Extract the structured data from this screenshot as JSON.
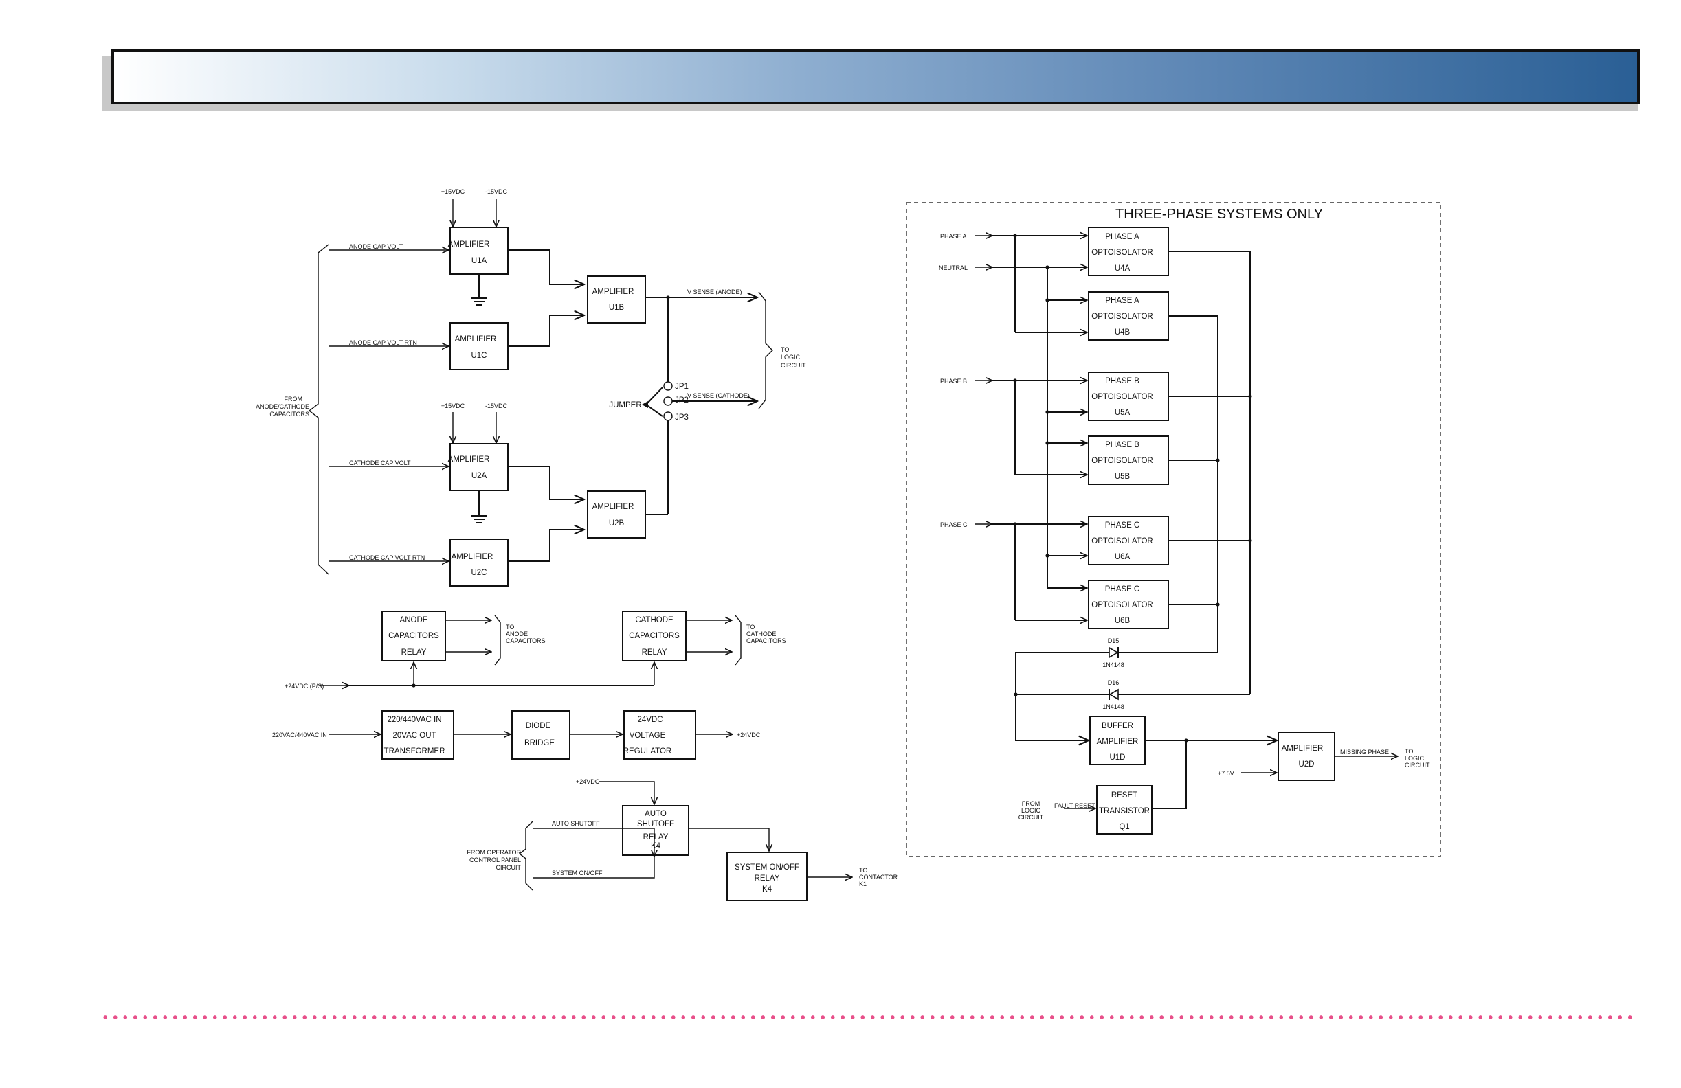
{
  "colors": {
    "header_start": "#ffffff",
    "header_end": "#2a5f95",
    "footer_dots": "#e8508a",
    "line": "#111111"
  },
  "three_phase": {
    "title": "THREE-PHASE SYSTEMS ONLY",
    "inputs": {
      "phase_a": "PHASE A",
      "neutral": "NEUTRAL",
      "phase_b": "PHASE B",
      "phase_c": "PHASE C"
    },
    "opto": [
      {
        "l1": "PHASE A",
        "l2": "OPTOISOLATOR",
        "l3": "U4A"
      },
      {
        "l1": "PHASE A",
        "l2": "OPTOISOLATOR",
        "l3": "U4B"
      },
      {
        "l1": "PHASE B",
        "l2": "OPTOISOLATOR",
        "l3": "U5A"
      },
      {
        "l1": "PHASE B",
        "l2": "OPTOISOLATOR",
        "l3": "U5B"
      },
      {
        "l1": "PHASE C",
        "l2": "OPTOISOLATOR",
        "l3": "U6A"
      },
      {
        "l1": "PHASE C",
        "l2": "OPTOISOLATOR",
        "l3": "U6B"
      }
    ],
    "diodes": [
      {
        "name": "D15",
        "part": "1N4148"
      },
      {
        "name": "D16",
        "part": "1N4148"
      }
    ],
    "buffer": {
      "l1": "BUFFER",
      "l2": "AMPLIFIER",
      "l3": "U1D"
    },
    "reset": {
      "l1": "RESET",
      "l2": "TRANSISTOR",
      "l3": "Q1"
    },
    "amp_u2d": {
      "l1": "AMPLIFIER",
      "l2": "U2D"
    },
    "plus75": "+7.5V",
    "fault_reset": "FAULT RESET",
    "from_logic": [
      "FROM",
      "LOGIC",
      "CIRCUIT"
    ],
    "missing_phase": "MISSING PHASE",
    "to_logic": [
      "TO",
      "LOGIC",
      "CIRCUIT"
    ]
  },
  "cap_section": {
    "amps": [
      {
        "l1": "AMPLIFIER",
        "l2": "U1A"
      },
      {
        "l1": "AMPLIFIER",
        "l2": "U1C"
      },
      {
        "l1": "AMPLIFIER",
        "l2": "U1B"
      },
      {
        "l1": "AMPLIFIER",
        "l2": "U2A"
      },
      {
        "l1": "AMPLIFIER",
        "l2": "U2C"
      },
      {
        "l1": "AMPLIFIER",
        "l2": "U2B"
      }
    ],
    "rails": {
      "p15_1": "+15VDC",
      "m15_1": "-15VDC",
      "p15_2": "+15VDC",
      "m15_2": "-15VDC"
    },
    "inputs": [
      "ANODE CAP VOLT",
      "ANODE CAP VOLT RTN",
      "CATHODE CAP VOLT",
      "CATHODE CAP VOLT RTN"
    ],
    "from_caps": [
      "FROM",
      "ANODE/CATHODE",
      "CAPACITORS"
    ],
    "v_sense_anode": "V SENSE (ANODE)",
    "v_sense_cathode": "V SENSE (CATHODE)",
    "jumper": "JUMPER",
    "jp": [
      "JP1",
      "JP2",
      "JP3"
    ],
    "to_logic": [
      "TO",
      "LOGIC",
      "CIRCUIT"
    ]
  },
  "relays": {
    "anode": [
      "ANODE",
      "CAPACITORS",
      "RELAY"
    ],
    "cathode": [
      "CATHODE",
      "CAPACITORS",
      "RELAY"
    ],
    "to_anode": [
      "TO",
      "ANODE",
      "CAPACITORS"
    ],
    "to_cathode": [
      "TO",
      "CATHODE",
      "CAPACITORS"
    ],
    "ps24": "+24VDC (P/S)"
  },
  "power": {
    "input": "220VAC/440VAC IN",
    "transformer": [
      "220/440VAC IN",
      "20VAC OUT",
      "TRANSFORMER"
    ],
    "bridge": [
      "DIODE",
      "BRIDGE"
    ],
    "regulator": [
      "24VDC",
      "VOLTAGE",
      "REGULATOR"
    ],
    "output": "+24VDC"
  },
  "control": {
    "p24": "+24VDC",
    "auto_relay": [
      "AUTO",
      "SHUTOFF",
      "RELAY",
      "K4"
    ],
    "auto_shutoff": "AUTO SHUTOFF",
    "system_onoff": "SYSTEM ON/OFF",
    "from_operator": [
      "FROM OPERATOR",
      "CONTROL PANEL",
      "CIRCUIT"
    ],
    "sys_relay": [
      "SYSTEM ON/OFF",
      "RELAY",
      "K4"
    ],
    "to_contactor": [
      "TO",
      "CONTACTOR",
      "K1"
    ]
  }
}
